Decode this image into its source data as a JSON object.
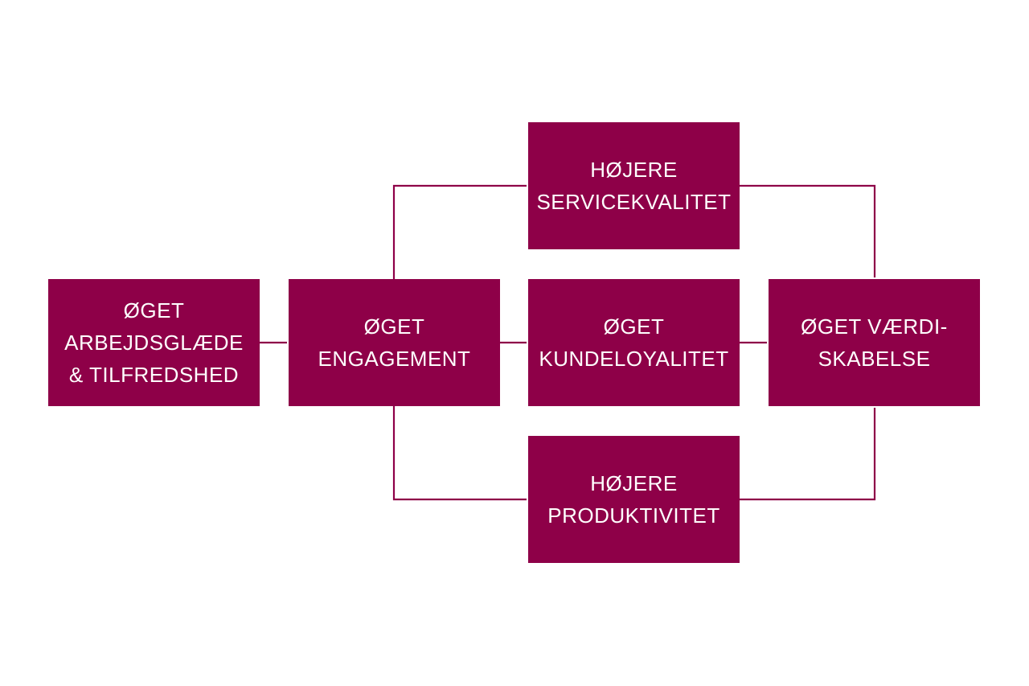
{
  "colors": {
    "box_fill": "#8e0048",
    "box_text": "#ffffff",
    "connector": "#8e0048",
    "background": "#ffffff"
  },
  "boxes": [
    {
      "id": "oget-arbejdsglaede",
      "lines": [
        "ØGET",
        "ARBEJDSGLÆDE",
        "& TILFREDSHED"
      ]
    },
    {
      "id": "oget-engagement",
      "lines": [
        "ØGET",
        "ENGAGEMENT"
      ]
    },
    {
      "id": "hojere-servicekvalitet",
      "lines": [
        "HØJERE",
        "SERVICEKVALITET"
      ]
    },
    {
      "id": "oget-kundeloyalitet",
      "lines": [
        "ØGET",
        "KUNDELOYALITET"
      ]
    },
    {
      "id": "hojere-produktivitet",
      "lines": [
        "HØJERE",
        "PRODUKTIVITET"
      ]
    },
    {
      "id": "oget-vaerdiskabelse",
      "lines": [
        "ØGET VÆRDI-",
        "SKABELSE"
      ]
    }
  ],
  "edges": [
    {
      "from": "oget-arbejdsglaede",
      "to": "oget-engagement"
    },
    {
      "from": "oget-engagement",
      "to": "hojere-servicekvalitet"
    },
    {
      "from": "oget-engagement",
      "to": "oget-kundeloyalitet"
    },
    {
      "from": "oget-engagement",
      "to": "hojere-produktivitet"
    },
    {
      "from": "hojere-servicekvalitet",
      "to": "oget-vaerdiskabelse"
    },
    {
      "from": "oget-kundeloyalitet",
      "to": "oget-vaerdiskabelse"
    },
    {
      "from": "hojere-produktivitet",
      "to": "oget-vaerdiskabelse"
    }
  ]
}
